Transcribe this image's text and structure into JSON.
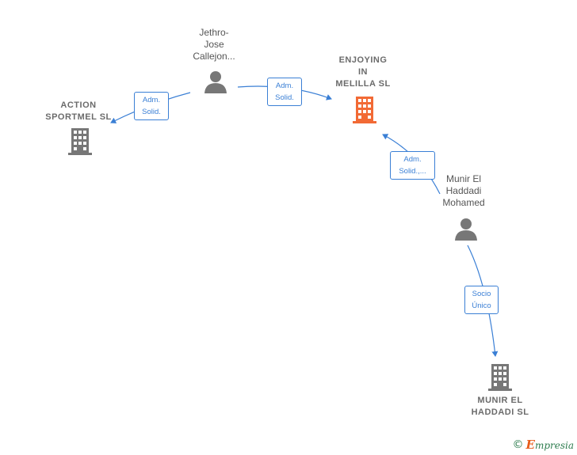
{
  "nodes": {
    "jethro": {
      "label": "Jethro-\nJose\nCallejon..."
    },
    "action": {
      "label": "ACTION\nSPORTMEL SL"
    },
    "enjoying": {
      "label": "ENJOYING\nIN\nMELILLA SL"
    },
    "munir_person": {
      "label": "Munir El\nHaddadi\nMohamed"
    },
    "munir_company": {
      "label": "MUNIR EL\nHADDADI SL"
    }
  },
  "edges": {
    "jethro_action": "Adm.\nSolid.",
    "jethro_enjoying": "Adm.\nSolid.",
    "munir_enjoying": "Adm.\nSolid.,...",
    "munir_company": "Socio\nÚnico"
  },
  "colors": {
    "edge": "#3a7fd5",
    "highlight": "#f26a35",
    "building": "#777777",
    "person": "#777777"
  },
  "footer": {
    "copyright": "©",
    "brand_first": "E",
    "brand_rest": "mpresia"
  }
}
